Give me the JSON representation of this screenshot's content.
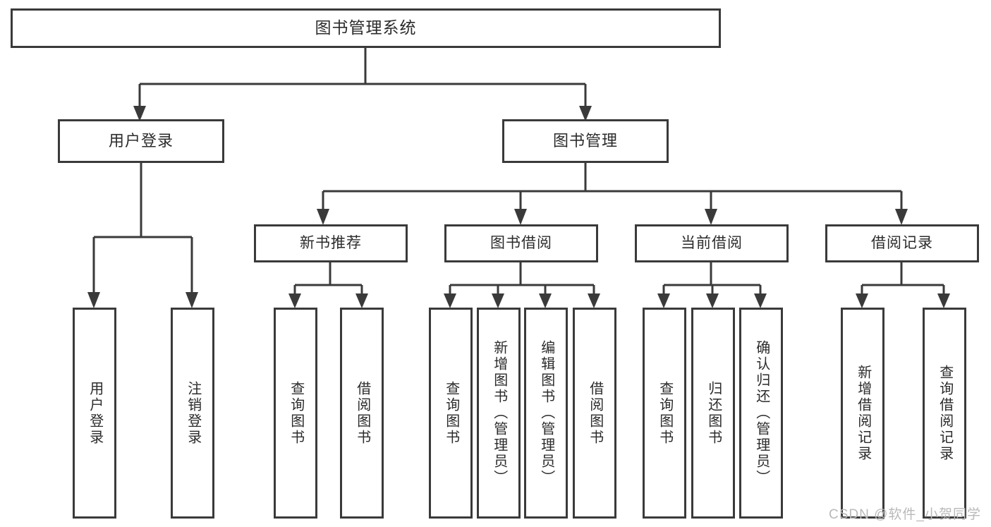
{
  "diagram": {
    "type": "tree-hierarchy-chart",
    "title": "图书管理系统",
    "nodes": {
      "root": {
        "label": "图书管理系统"
      },
      "tier2": [
        {
          "id": "user-login",
          "label": "用户登录"
        },
        {
          "id": "book-management",
          "label": "图书管理"
        }
      ],
      "tier3": [
        {
          "id": "new-book-recommend",
          "label": "新书推荐"
        },
        {
          "id": "book-borrow",
          "label": "图书借阅"
        },
        {
          "id": "current-borrow",
          "label": "当前借阅"
        },
        {
          "id": "borrow-record",
          "label": "借阅记录"
        }
      ],
      "leaves": {
        "user_login": [
          {
            "id": "leaf-user-login",
            "label": "用户登录"
          },
          {
            "id": "leaf-logout-login",
            "label": "注销登录"
          }
        ],
        "new_book_recommend": [
          {
            "id": "leaf-query-book-1",
            "label": "查询图书"
          },
          {
            "id": "leaf-borrow-book-1",
            "label": "借阅图书"
          }
        ],
        "book_borrow": [
          {
            "id": "leaf-query-book-2",
            "label": "查询图书"
          },
          {
            "id": "leaf-add-book",
            "label": "新增图书（管理员）"
          },
          {
            "id": "leaf-edit-book",
            "label": "编辑图书（管理员）"
          },
          {
            "id": "leaf-borrow-book-2",
            "label": "借阅图书"
          }
        ],
        "current_borrow": [
          {
            "id": "leaf-query-book-3",
            "label": "查询图书"
          },
          {
            "id": "leaf-return-book",
            "label": "归还图书"
          },
          {
            "id": "leaf-confirm-return",
            "label": "确认归还（管理员）"
          }
        ],
        "borrow_record": [
          {
            "id": "leaf-add-borrow-record",
            "label": "新增借阅记录"
          },
          {
            "id": "leaf-query-borrow-record",
            "label": "查询借阅记录"
          }
        ]
      }
    },
    "watermark": "CSDN @软件_小贺同学",
    "colors": {
      "stroke": "#3a3a3a",
      "background": "#ffffff",
      "text": "#2b2b2b",
      "watermark": "#b9b9b9"
    }
  }
}
